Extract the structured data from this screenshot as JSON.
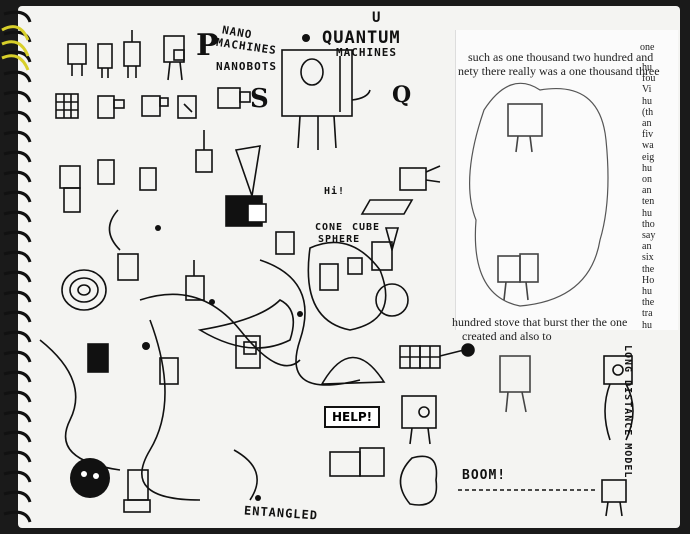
{
  "sketch": {
    "label_nano": "NANO",
    "label_machines": "MACHINES",
    "label_nanobots": "NANOBOTS",
    "label_quantum": "QUANTUM",
    "label_quantum_machines": "MACHINES",
    "letter_p": "P",
    "letter_s": "S",
    "letter_q": "Q",
    "letter_u": "U",
    "label_cone": "CONE",
    "label_cube": "CUBE",
    "label_sphere": "SPHERE",
    "label_help": "HELP!",
    "label_hi": "Hi!",
    "label_entangled": "ENTANGLED",
    "label_boom": "BOOM!",
    "label_long_distance": "LONG DISTANCE MODEL",
    "clip_line1": "such as one thousand two hundred and",
    "clip_line2": "nety there really was a one thousand three",
    "clip_line3": "hundred stove that burst    ther the one",
    "clip_line4": "created and also to",
    "clip_right_col": [
      "hu",
      "fou",
      "Vi",
      "hu",
      "(th",
      "an",
      "fiv",
      "wa",
      "eig",
      "hu",
      "on",
      "an",
      "ten",
      "hu",
      "tho",
      "say",
      "an",
      "six",
      "the",
      "Ho",
      "hu",
      "the",
      "tra",
      "hu"
    ],
    "clip_top_right": "one"
  }
}
